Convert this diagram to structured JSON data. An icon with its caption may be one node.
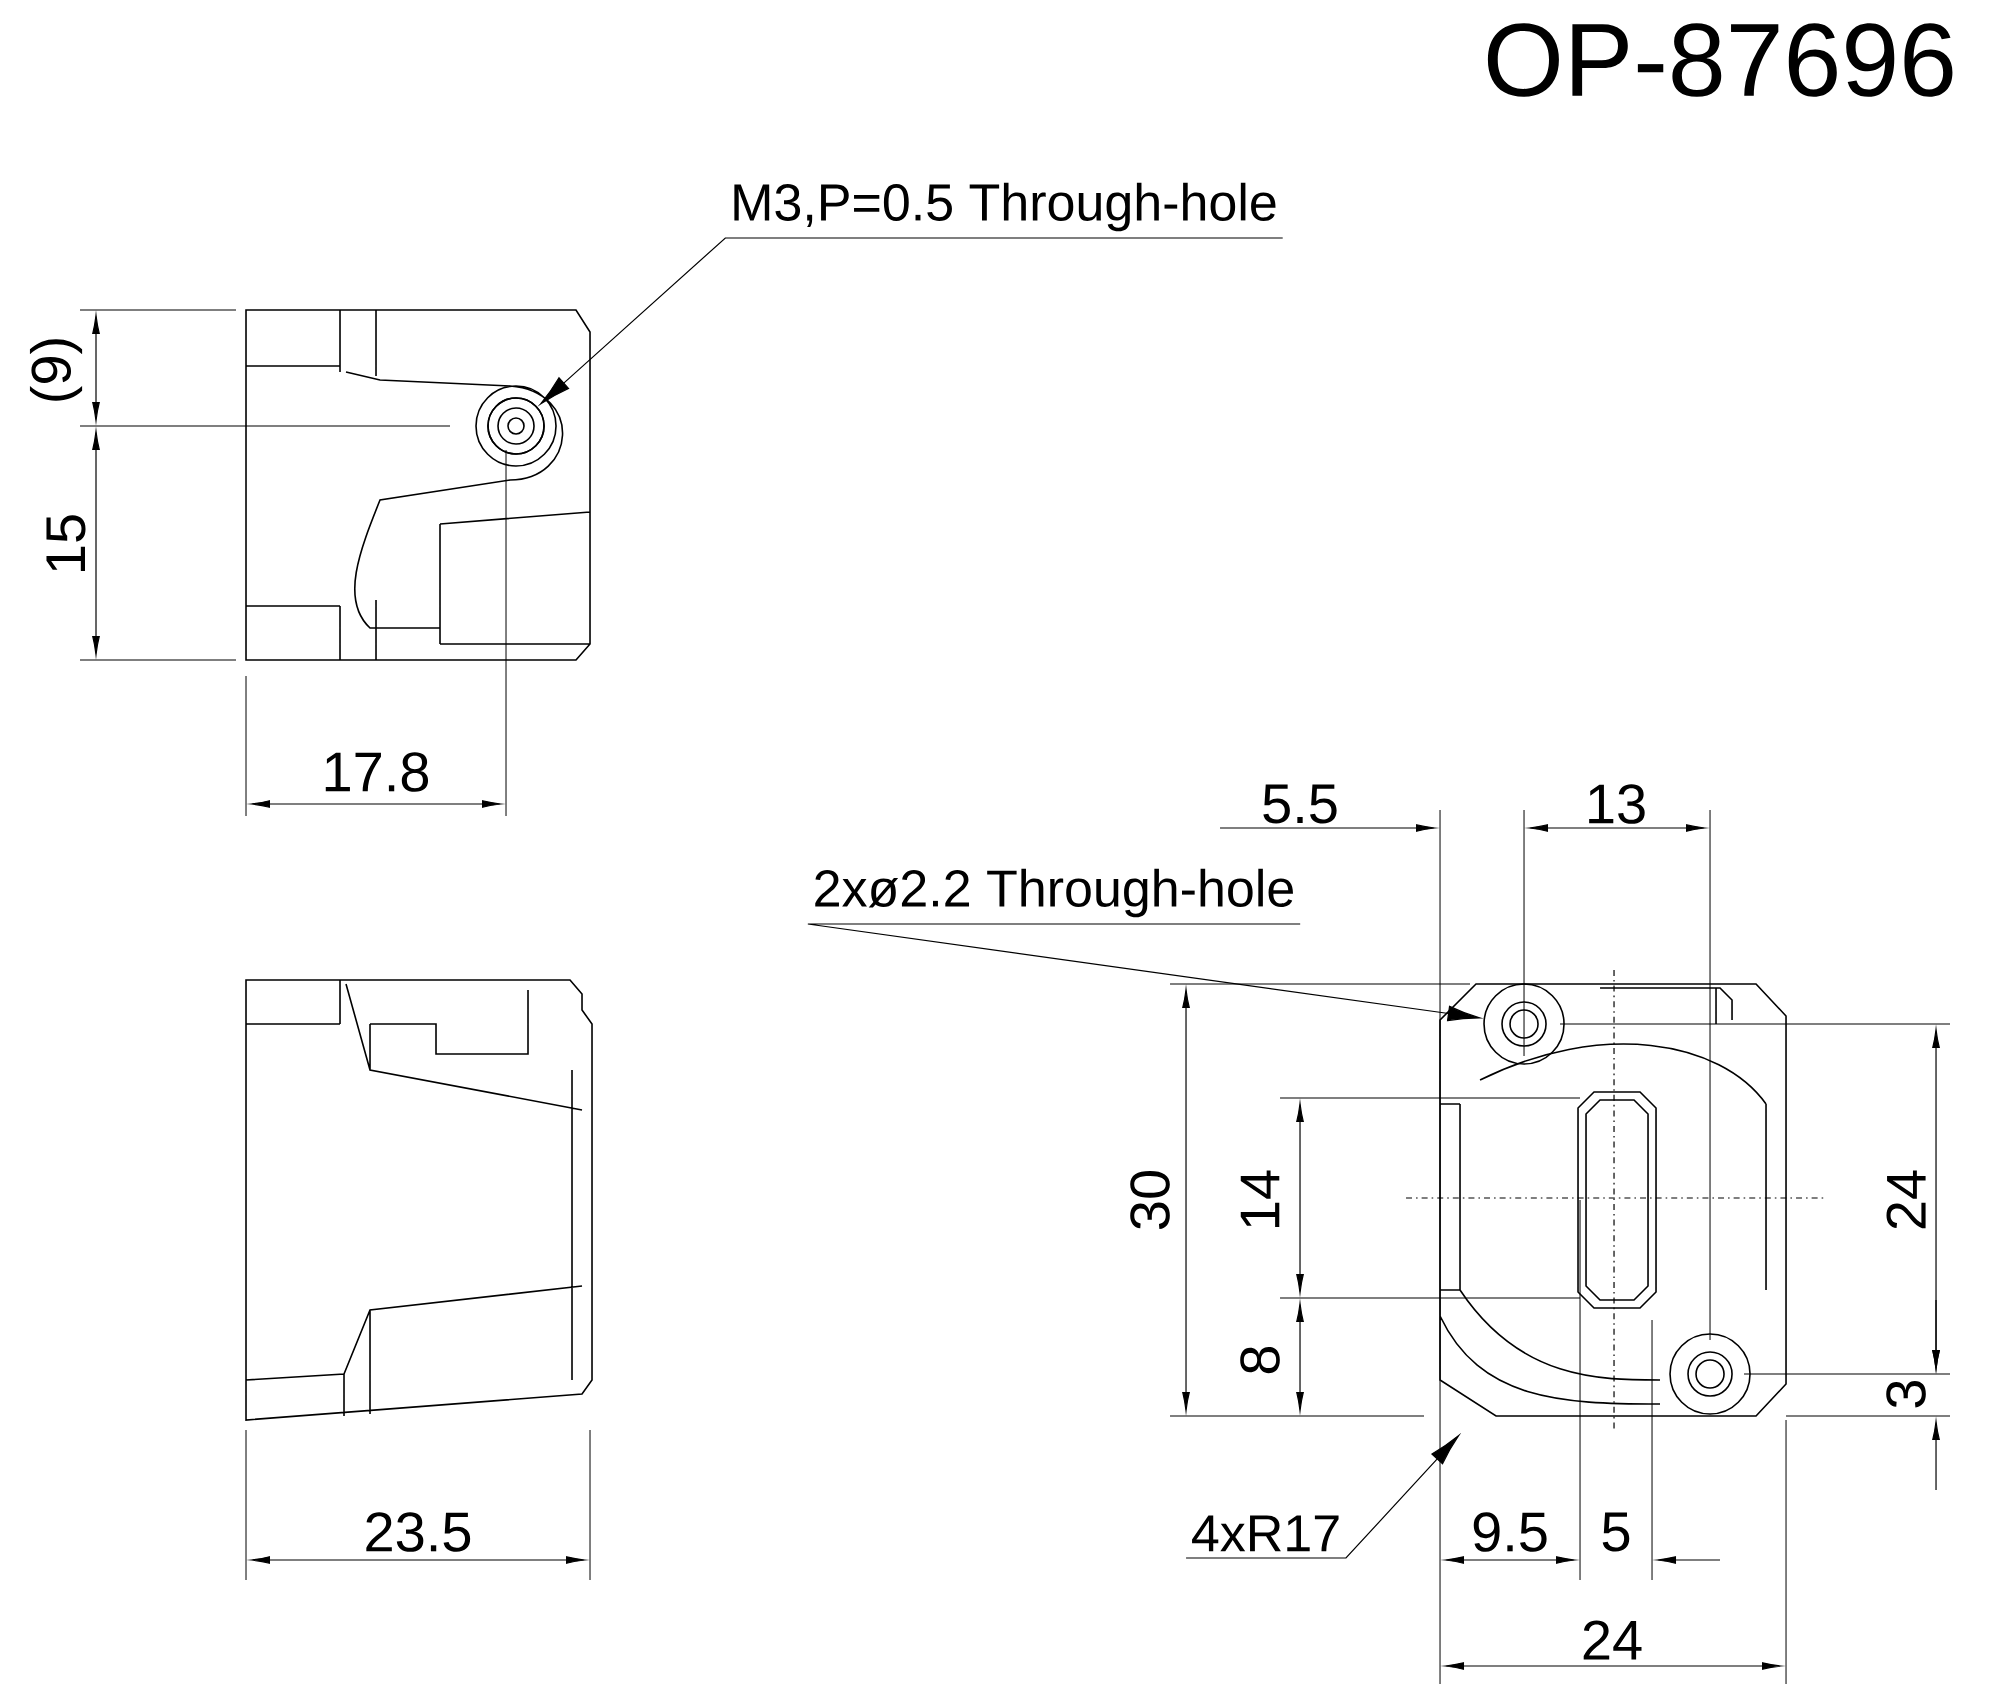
{
  "diagram": {
    "nodes": [
      {
        "text": [
          "M3,P=0.5 Through-hole"
        ]
      },
      {
        "text": [],
        "shape": "circle"
      },
      {
        "text": [
          "2xø2.2 Through-hole"
        ]
      },
      {
        "text": [],
        "shape": "picture"
      },
      {
        "text": [],
        "shape": "circle",
        "in": 3
      },
      {
        "text": [
          "4xR17"
        ]
      }
    ],
    "edges": [
      {
        "from": 0,
        "to": 1,
        "arrow": "to"
      },
      {
        "from": 2,
        "to": 4,
        "arrow": "to"
      },
      {
        "from": 5,
        "to": 3,
        "arrow": "to"
      }
    ],
    "labels": [
      "OP-87696",
      "(9)",
      "15",
      "17.8",
      "23.5",
      "5.5",
      "13",
      "30",
      "14",
      "8",
      "24",
      "3",
      "9.5",
      "5",
      "24"
    ]
  }
}
